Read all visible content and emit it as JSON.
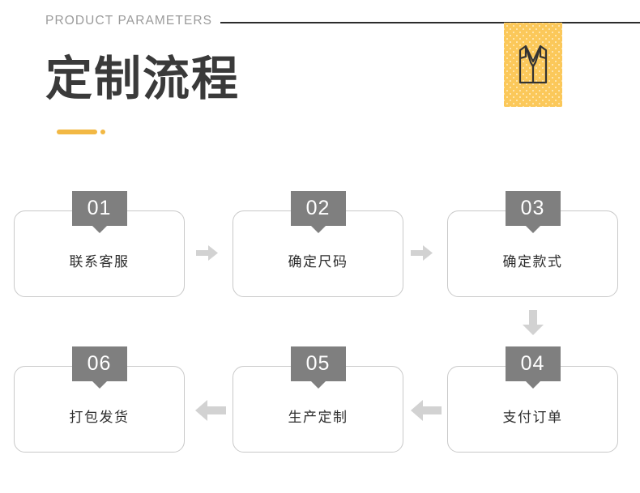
{
  "header": {
    "eyebrow": "PRODUCT PARAMETERS",
    "title": "定制流程",
    "icon_name": "shirt-icon",
    "accent_color": "#f2b844",
    "badge_bg_color": "#fbc85a",
    "rule_color": "#2b2b2b",
    "title_color": "#3a3a3a"
  },
  "flow": {
    "badge_color": "#7f7f7f",
    "box_border_color": "#c9c9c9",
    "arrow_color": "#d2d2d2",
    "steps": [
      {
        "number": "01",
        "label": "联系客服"
      },
      {
        "number": "02",
        "label": "确定尺码"
      },
      {
        "number": "03",
        "label": "确定款式"
      },
      {
        "number": "04",
        "label": "支付订单"
      },
      {
        "number": "05",
        "label": "生产定制"
      },
      {
        "number": "06",
        "label": "打包发货"
      }
    ],
    "connectors": [
      {
        "name": "arrow-right-step1-step2",
        "direction": "right"
      },
      {
        "name": "arrow-right-step2-step3",
        "direction": "right"
      },
      {
        "name": "arrow-down-step3-step4",
        "direction": "down"
      },
      {
        "name": "arrow-left-step4-step5",
        "direction": "left"
      },
      {
        "name": "arrow-left-step5-step6",
        "direction": "left"
      }
    ]
  }
}
